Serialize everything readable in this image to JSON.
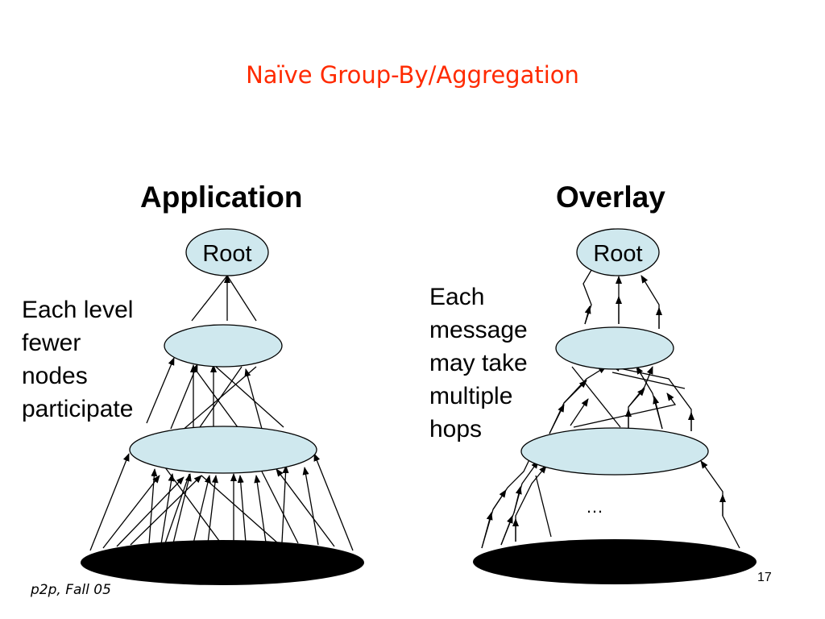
{
  "slide": {
    "title": "Naïve Group-By/Aggregation",
    "footer": "p2p, Fall 05",
    "page_number": "17"
  },
  "application": {
    "header": "Application",
    "root_label": "Root",
    "note_lines": [
      "Each level",
      "fewer",
      "nodes",
      "participate"
    ]
  },
  "overlay": {
    "header": "Overlay",
    "root_label": "Root",
    "note_lines": [
      "Each",
      "message",
      "may take",
      "multiple",
      "hops"
    ],
    "ellipsis": "…"
  },
  "colors": {
    "title": "#ff2a00",
    "node_fill": "#cfe8ee",
    "base_fill": "#000000",
    "stroke": "#000000"
  }
}
